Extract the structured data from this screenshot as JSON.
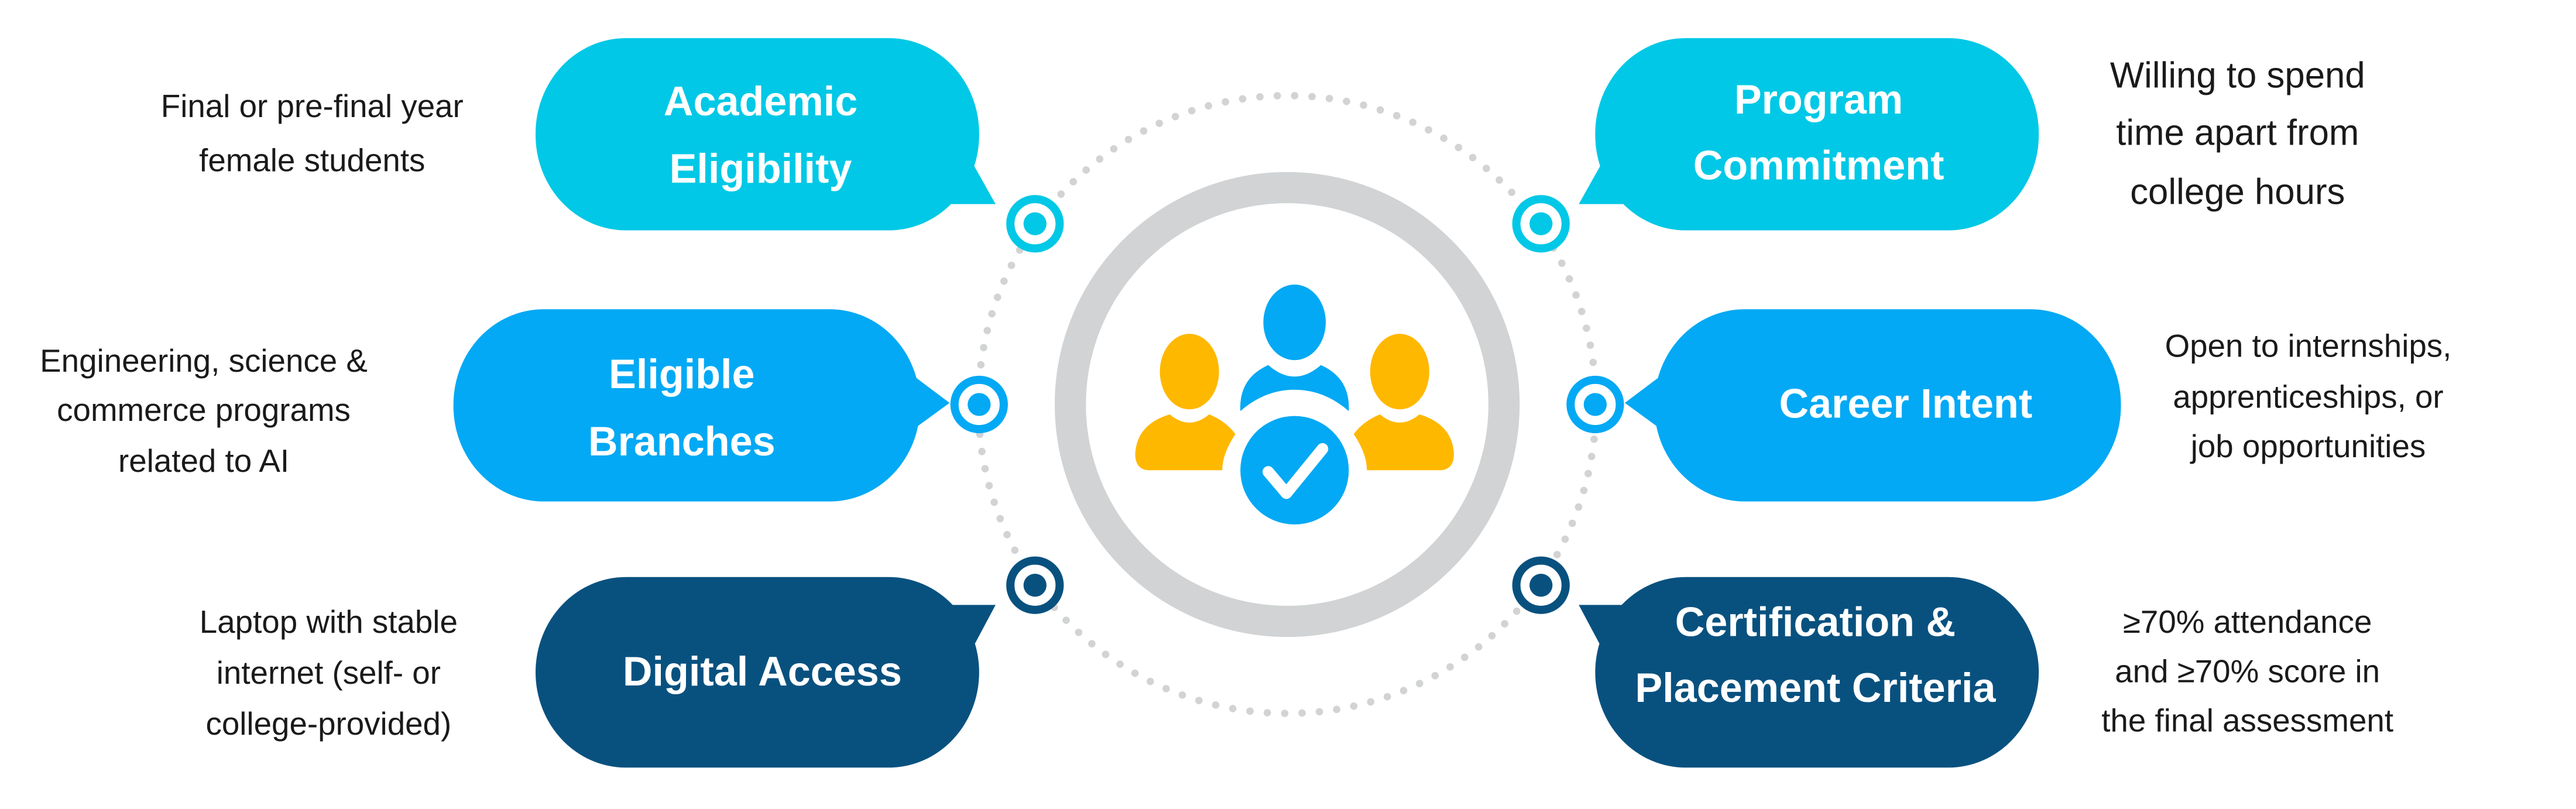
{
  "colors": {
    "cyan": "#00C8E6",
    "blue": "#03A9F4",
    "navy": "#08517F",
    "gold": "#FFB800",
    "gray": "#D1D3D4"
  },
  "center": {
    "icon": "group-check-icon"
  },
  "criteria": [
    {
      "title": [
        "Academic",
        "Eligibility"
      ],
      "description": [
        "Final or pre-final year",
        "female students"
      ]
    },
    {
      "title": [
        "Eligible",
        "Branches"
      ],
      "description": [
        "Engineering, science &",
        "commerce programs",
        "related to AI"
      ]
    },
    {
      "title": [
        "Digital Access"
      ],
      "description": [
        "Laptop with stable",
        "internet (self- or",
        "college-provided)"
      ]
    },
    {
      "title": [
        "Program",
        "Commitment"
      ],
      "description": [
        "Willing to spend",
        "time apart from",
        "college hours"
      ]
    },
    {
      "title": [
        "Career Intent"
      ],
      "description": [
        "Open to internships,",
        "apprenticeships, or",
        "job opportunities"
      ]
    },
    {
      "title": [
        "Certification &",
        "Placement Criteria"
      ],
      "description": [
        "≥70% attendance",
        "and ≥70% score in",
        "the final assessment"
      ]
    }
  ]
}
